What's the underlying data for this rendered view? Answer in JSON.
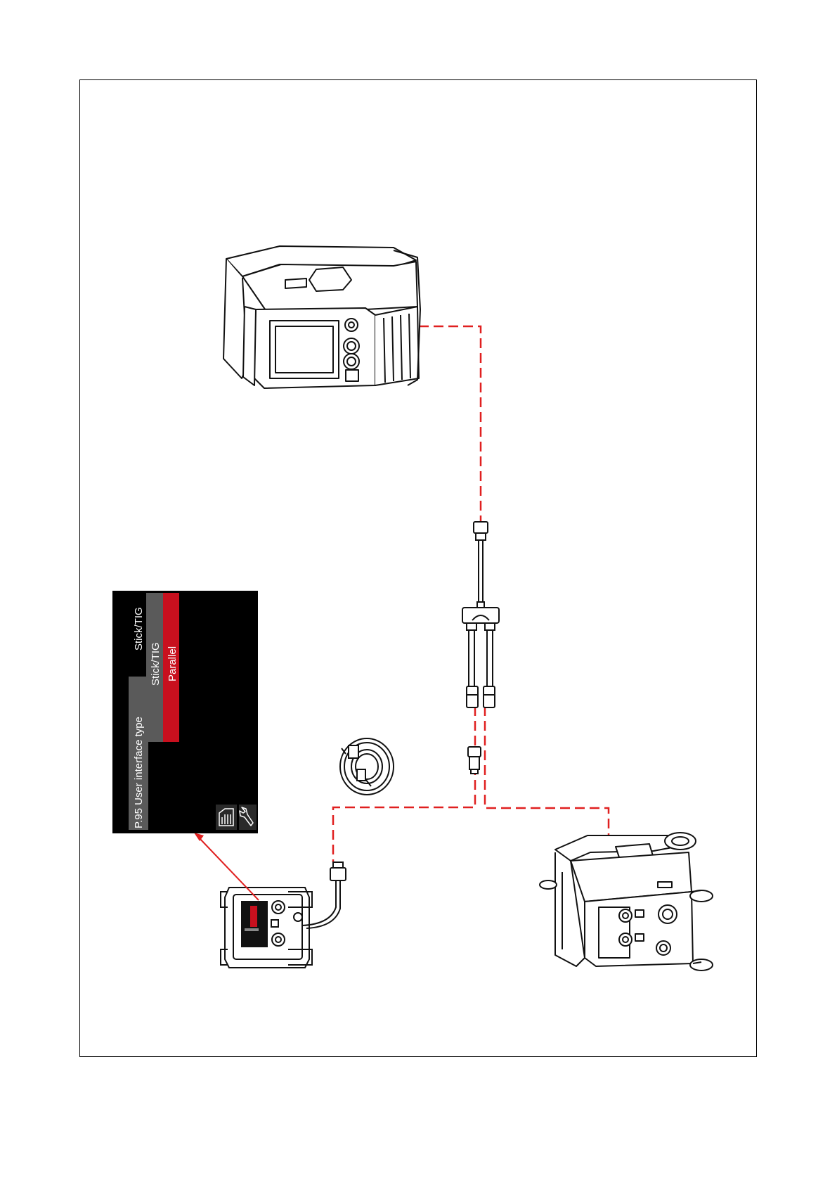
{
  "ui_screen": {
    "header_mode": "Stick/TIG",
    "parameter_name": "P.95 User interface type",
    "current_value": "Stick/TIG",
    "selected_option": "Parallel",
    "settings_icon": "wrench-icon",
    "memory_icon": "memory-channel-icon"
  },
  "colors": {
    "connection_line": "#e02020",
    "screen_background": "#000000",
    "highlight": "#c8101e",
    "menu_gray": "#5a5a5a",
    "line_art": "#111111"
  }
}
